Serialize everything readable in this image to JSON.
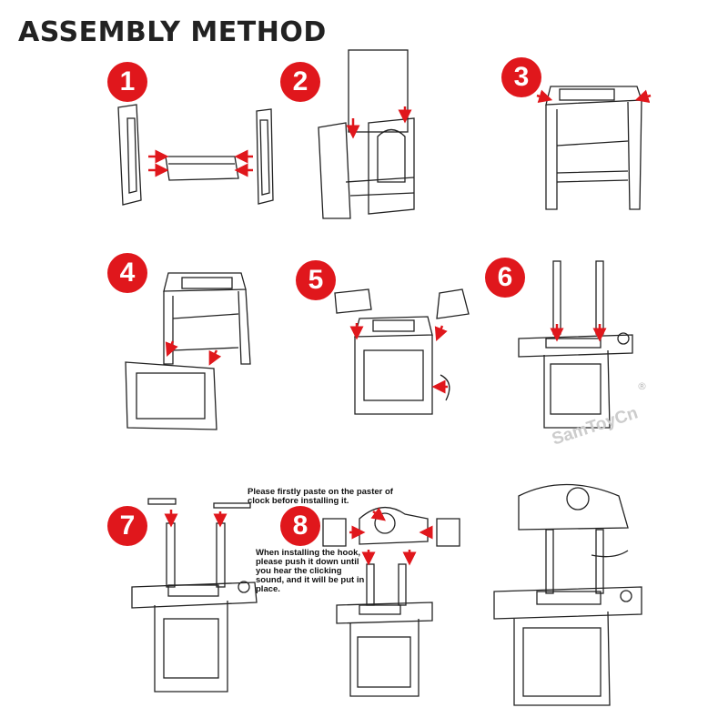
{
  "title": "ASSEMBLY METHOD",
  "steps": [
    "1",
    "2",
    "3",
    "4",
    "5",
    "6",
    "7",
    "8"
  ],
  "notes": {
    "clock": "Please firstly paste on the paster of clock before installing it.",
    "hook": "When installing the hook, please push it down until you hear the clicking sound, and it will be put in place."
  },
  "watermark": "SamToyCn",
  "registered": "®",
  "colors": {
    "badge": "#e0171c",
    "arrow": "#e0171c",
    "line": "#222222"
  }
}
